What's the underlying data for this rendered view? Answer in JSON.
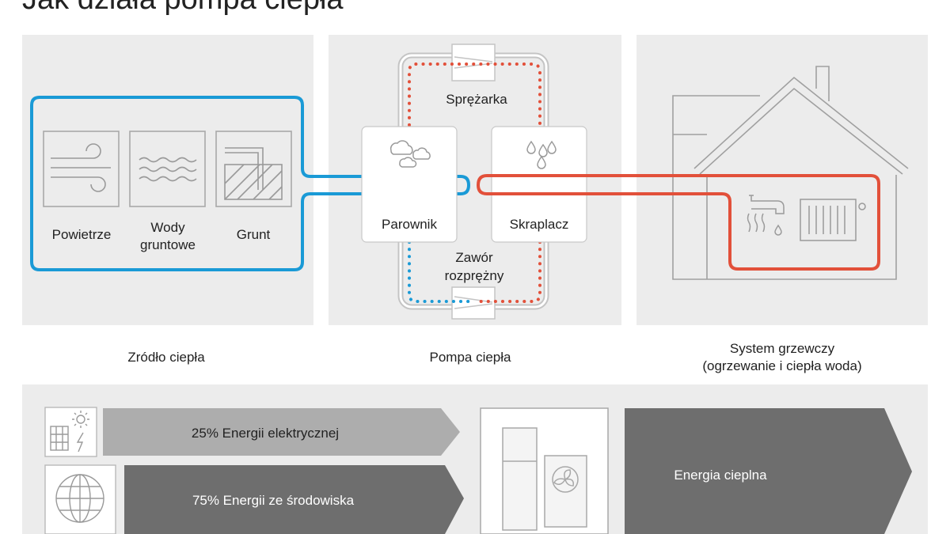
{
  "title": "Jak działa pompa ciepła",
  "source_panel": {
    "caption": "Zródło ciepła",
    "items": [
      {
        "label": "Powietrze",
        "icon": "wind-icon"
      },
      {
        "label_line1": "Wody",
        "label_line2": "gruntowe",
        "icon": "water-waves-icon"
      },
      {
        "label": "Grunt",
        "icon": "ground-probe-icon"
      }
    ]
  },
  "pump_panel": {
    "caption": "Pompa ciepła",
    "compressor": "Sprężarka",
    "evaporator": "Parownik",
    "condenser": "Skraplacz",
    "valve_line1": "Zawór",
    "valve_line2": "rozprężny"
  },
  "heating_panel": {
    "caption_line1": "System grzewczy",
    "caption_line2": "(ogrzewanie i ciepła woda)"
  },
  "energy_bar": {
    "electric": "25% Energii elektrycznej",
    "environment": "75% Energii ze środowiska",
    "thermal": "Energia cieplna"
  },
  "colors": {
    "cold_loop": "#1a9ad6",
    "hot_loop": "#e2503a",
    "panel_bg": "#ececec",
    "arrow_light": "#adadad",
    "arrow_dark": "#6e6e6e"
  }
}
